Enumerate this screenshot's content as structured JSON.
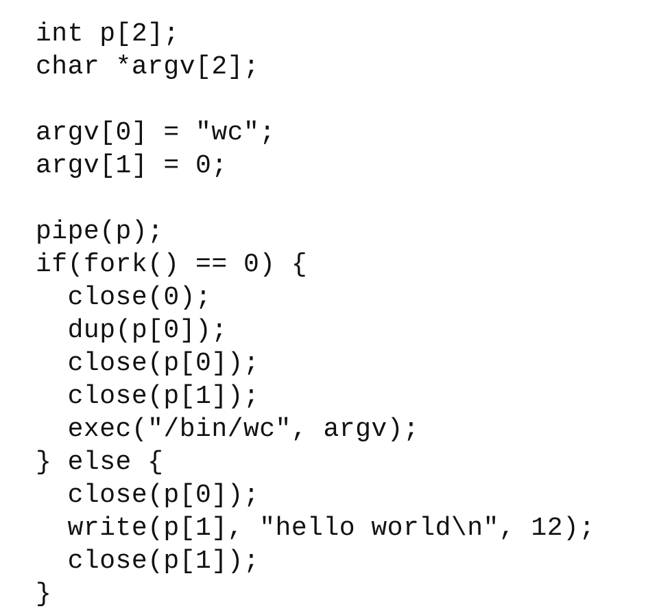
{
  "code": {
    "lines": [
      "int p[2];",
      "char *argv[2];",
      "",
      "argv[0] = \"wc\";",
      "argv[1] = 0;",
      "",
      "pipe(p);",
      "if(fork() == 0) {",
      "  close(0);",
      "  dup(p[0]);",
      "  close(p[0]);",
      "  close(p[1]);",
      "  exec(\"/bin/wc\", argv);",
      "} else {",
      "  close(p[0]);",
      "  write(p[1], \"hello world\\n\", 12);",
      "  close(p[1]);",
      "}"
    ]
  }
}
